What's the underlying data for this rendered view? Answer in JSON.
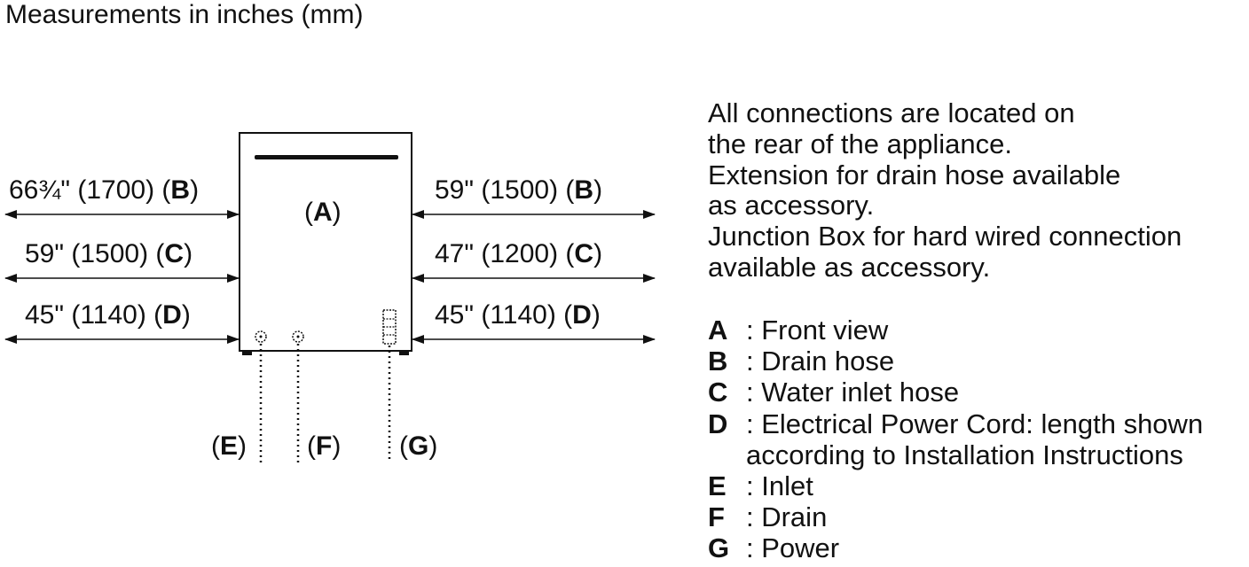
{
  "title": "Measurements in inches (mm)",
  "appliance_label": "A",
  "left_dims": [
    {
      "text": "66¾\" (1700) (",
      "key": "B"
    },
    {
      "text": "59\" (1500) (",
      "key": "C"
    },
    {
      "text": "45\" (1140) (",
      "key": "D"
    }
  ],
  "right_dims": [
    {
      "text": "59\" (1500) (",
      "key": "B"
    },
    {
      "text": "47\" (1200) (",
      "key": "C"
    },
    {
      "text": "45\" (1140) (",
      "key": "D"
    }
  ],
  "connection_labels": [
    "E",
    "F",
    "G"
  ],
  "notes": [
    "All connections are located on",
    "the rear of the appliance.",
    "Extension for drain hose available",
    "as accessory.",
    "Junction Box for hard wired connection",
    "available as accessory."
  ],
  "legend": [
    {
      "key": "A",
      "text": ": Front view"
    },
    {
      "key": "B",
      "text": ": Drain hose"
    },
    {
      "key": "C",
      "text": ": Water inlet hose"
    },
    {
      "key": "D",
      "text": ": Electrical Power Cord: length shown",
      "continuation": "according to Installation Instructions"
    },
    {
      "key": "E",
      "text": ": Inlet"
    },
    {
      "key": "F",
      "text": ": Drain"
    },
    {
      "key": "G",
      "text": ": Power"
    }
  ]
}
